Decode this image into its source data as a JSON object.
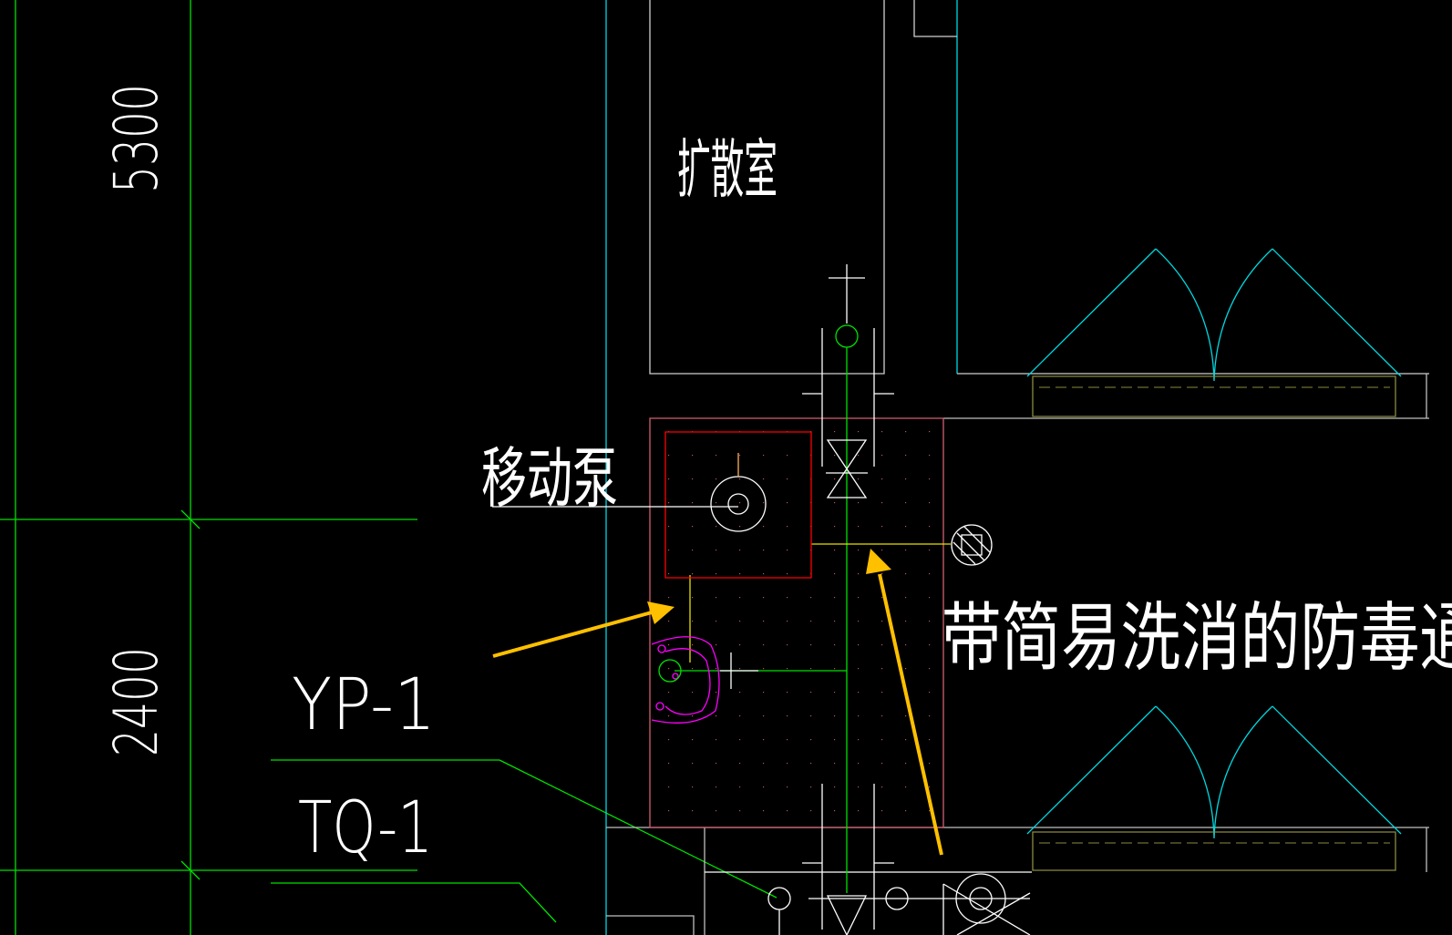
{
  "dimensions": {
    "upper": "5300",
    "lower": "2400"
  },
  "labels": {
    "room": "扩散室",
    "pump": "移动泵",
    "yp": "YP-1",
    "tq": "TQ-1",
    "passage": "带简易洗消的防毒通"
  },
  "colors": {
    "background": "#000000",
    "axis_green": "#00e000",
    "wall_cyan": "#00d8e0",
    "wall_white": "#ffffff",
    "zone_pink": "#d06070",
    "pump_red": "#ff0000",
    "pipe_yellow": "#e8e000",
    "sink_magenta": "#ff00ff",
    "annotation_arrow": "#ffc000",
    "door_frame": "#8a8a40"
  }
}
